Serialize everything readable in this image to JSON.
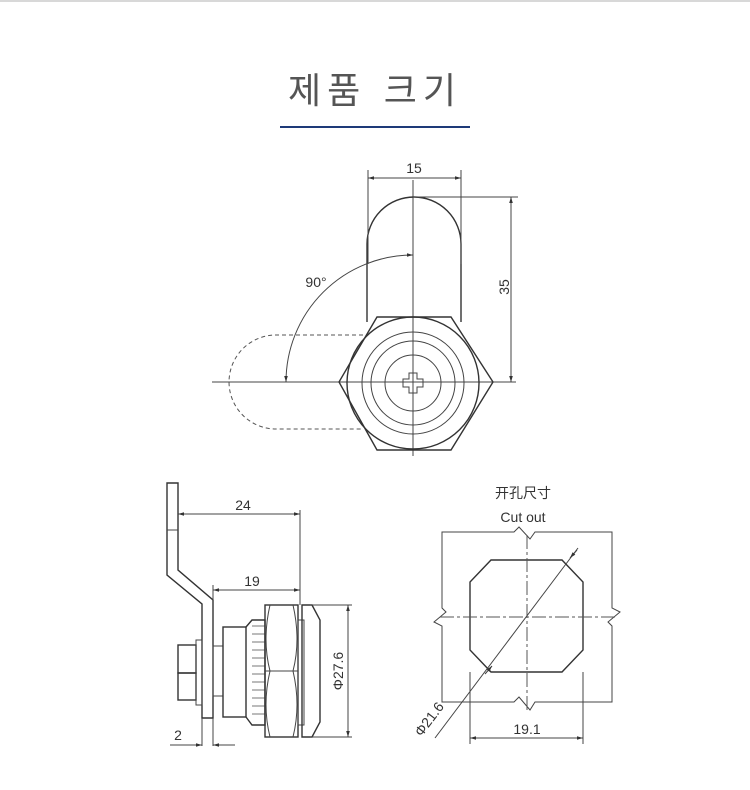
{
  "header": {
    "title": "제품 크기",
    "accent_color": "#1e3a78"
  },
  "front_view": {
    "width_label": "15",
    "height_label": "35",
    "angle_label": "90°"
  },
  "side_view": {
    "overall_label": "24",
    "body_label": "19",
    "diameter_label": "Φ27.6",
    "plate_label": "2"
  },
  "cutout": {
    "title_cn": "开孔尺寸",
    "title_en": "Cut out",
    "diameter_label": "Φ21.6",
    "width_label": "19.1"
  }
}
